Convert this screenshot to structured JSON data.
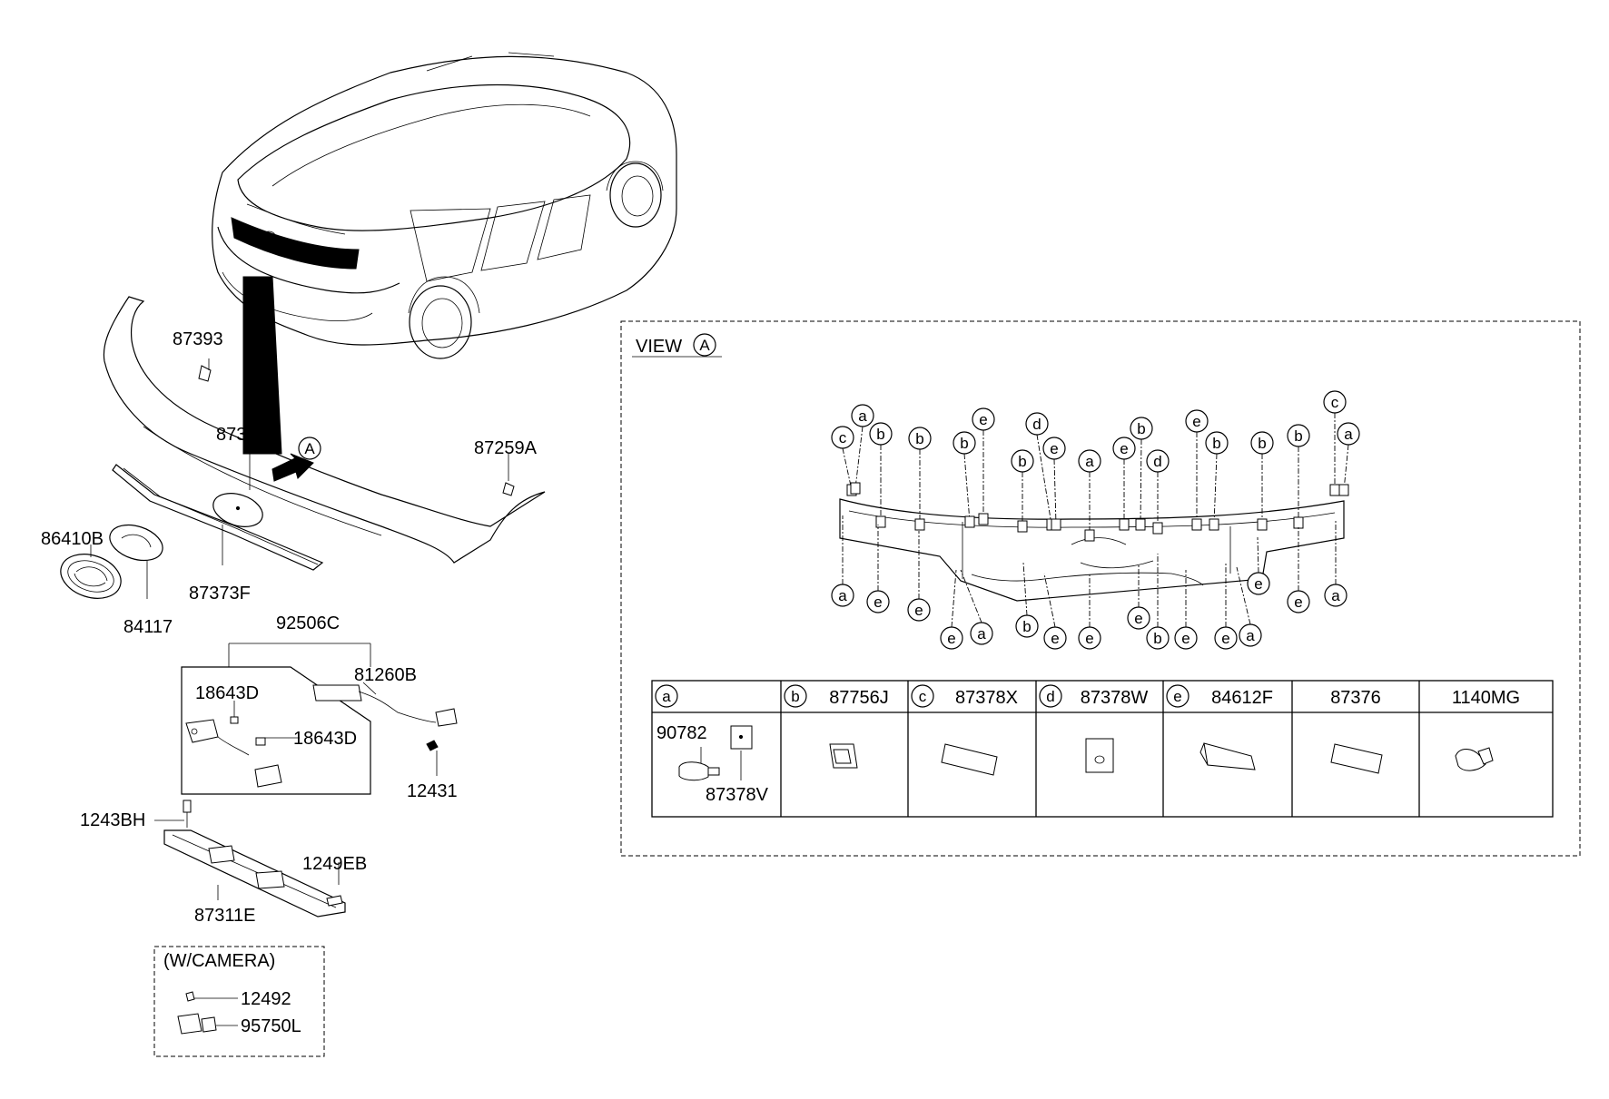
{
  "diagram": {
    "left_labels": {
      "p87393": "87393",
      "p87312H": "87312H",
      "p87259A": "87259A",
      "p86410B": "86410B",
      "p84117": "84117",
      "p87373F": "87373F",
      "p92506C": "92506C",
      "p81260B": "81260B",
      "p18643D_1": "18643D",
      "p18643D_2": "18643D",
      "p12431": "12431",
      "p1243BH": "1243BH",
      "p1249EB": "1249EB",
      "p87311E": "87311E",
      "p12492": "12492",
      "p95750L": "95750L",
      "ref_A": "A"
    },
    "camera_box": {
      "title": "(W/CAMERA)"
    },
    "view": {
      "title": "VIEW",
      "marker": "A",
      "callouts_top": [
        "c",
        "a",
        "b",
        "b",
        "b",
        "e",
        "b",
        "d",
        "e",
        "a",
        "e",
        "b",
        "d",
        "e",
        "b",
        "b",
        "b",
        "c",
        "a"
      ],
      "callouts_bottom": [
        "a",
        "e",
        "e",
        "e",
        "a",
        "b",
        "e",
        "e",
        "e",
        "b",
        "e",
        "e",
        "a",
        "e",
        "e",
        "a"
      ]
    },
    "table": {
      "headers": [
        {
          "letter": "a",
          "code": ""
        },
        {
          "letter": "b",
          "code": "87756J"
        },
        {
          "letter": "c",
          "code": "87378X"
        },
        {
          "letter": "d",
          "code": "87378W"
        },
        {
          "letter": "e",
          "code": "84612F"
        },
        {
          "letter": "",
          "code": "87376"
        },
        {
          "letter": "",
          "code": "1140MG"
        }
      ],
      "cell_a": {
        "top": "90782",
        "bottom": "87378V"
      }
    }
  }
}
